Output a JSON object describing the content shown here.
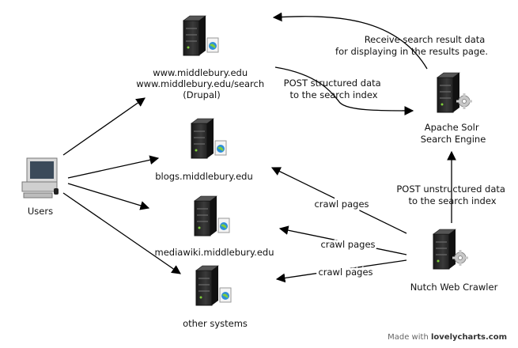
{
  "nodes": {
    "users": {
      "label": "Users",
      "icon": "desktop-computer-icon"
    },
    "middlebury": {
      "lines": [
        "www.middlebury.edu",
        "www.middlebury.edu/search",
        "(Drupal)"
      ],
      "icon": "web-server-icon"
    },
    "blogs": {
      "label": "blogs.middlebury.edu",
      "icon": "web-server-icon"
    },
    "mediawiki": {
      "label": "mediawiki.middlebury.edu",
      "icon": "web-server-icon"
    },
    "other": {
      "label": "other systems",
      "icon": "web-server-icon"
    },
    "solr": {
      "lines": [
        "Apache Solr",
        "Search Engine"
      ],
      "icon": "gear-server-icon"
    },
    "nutch": {
      "label": "Nutch Web Crawler",
      "icon": "gear-server-icon"
    }
  },
  "edges": {
    "receive": [
      "Receive search result data",
      "for displaying in the results page."
    ],
    "post_structured": [
      "POST structured data",
      "to the search index"
    ],
    "post_unstructured": [
      "POST unstructured data",
      "to the search index"
    ],
    "crawl_blogs": "crawl pages",
    "crawl_mediawiki": "crawl pages",
    "crawl_other": "crawl pages"
  },
  "footer": {
    "prefix": "Made with",
    "brand": "lovelycharts.com"
  },
  "colors": {
    "server": "#2a2a2a",
    "accent_green": "#7fcf3a",
    "globe": "#2f8fd8"
  }
}
